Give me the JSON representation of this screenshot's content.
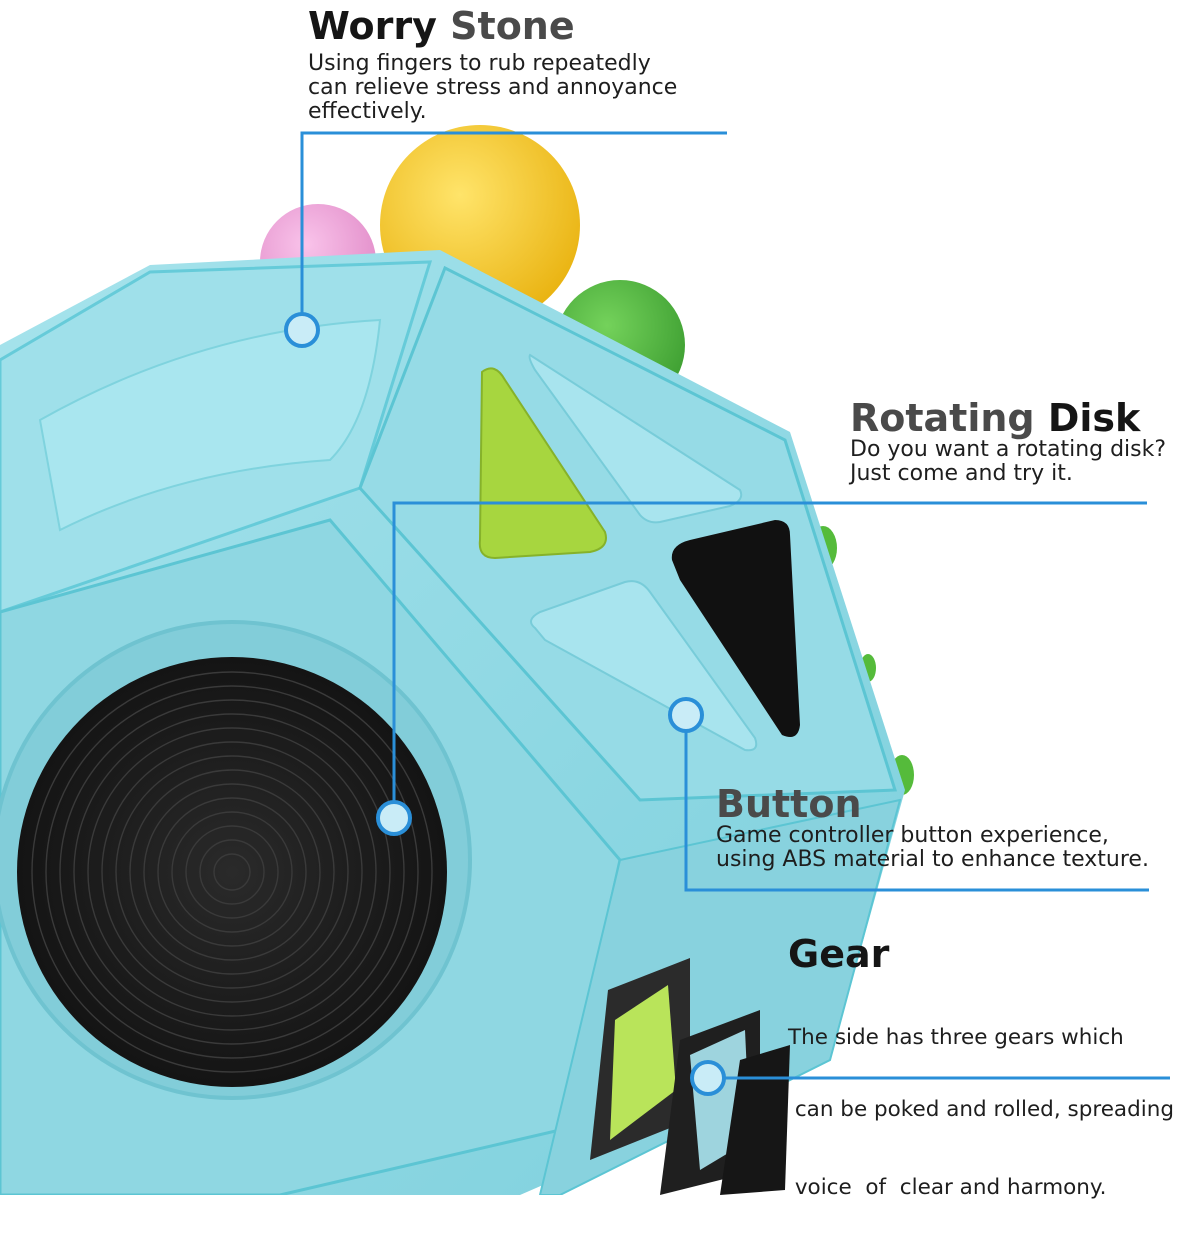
{
  "colors": {
    "background": "#ffffff",
    "leader_line": "#2a8fd8",
    "cube_body": "#92dbe6",
    "spinner_disk": "#1c1c1c",
    "triangle_green": "#a7d63f",
    "triangle_black": "#111111",
    "ball_yellow": "#f6c928",
    "ball_pink": "#ee9fd6",
    "ball_green": "#4fb83f"
  },
  "features": [
    {
      "id": "worry-stone",
      "title_word_1": "Worry",
      "title_word_2": "Stone",
      "description_lines": [
        "Using fingers to rub repeatedly",
        "can relieve stress and annoyance",
        "effectively."
      ]
    },
    {
      "id": "rotating-disk",
      "title_word_1": "Rotating",
      "title_word_2": "Disk",
      "description_lines": [
        "Do you want a rotating disk?",
        "Just come and try it."
      ]
    },
    {
      "id": "button",
      "title_word_1": "Button",
      "title_word_2": "",
      "description_lines": [
        "Game controller button experience,",
        "using ABS material to enhance texture."
      ]
    },
    {
      "id": "gear",
      "title_word_1": "Gear",
      "title_word_2": "",
      "description_lines": [
        "The side has three gears which",
        " can be poked and rolled, spreading",
        " voice  of  clear and harmony."
      ]
    }
  ]
}
